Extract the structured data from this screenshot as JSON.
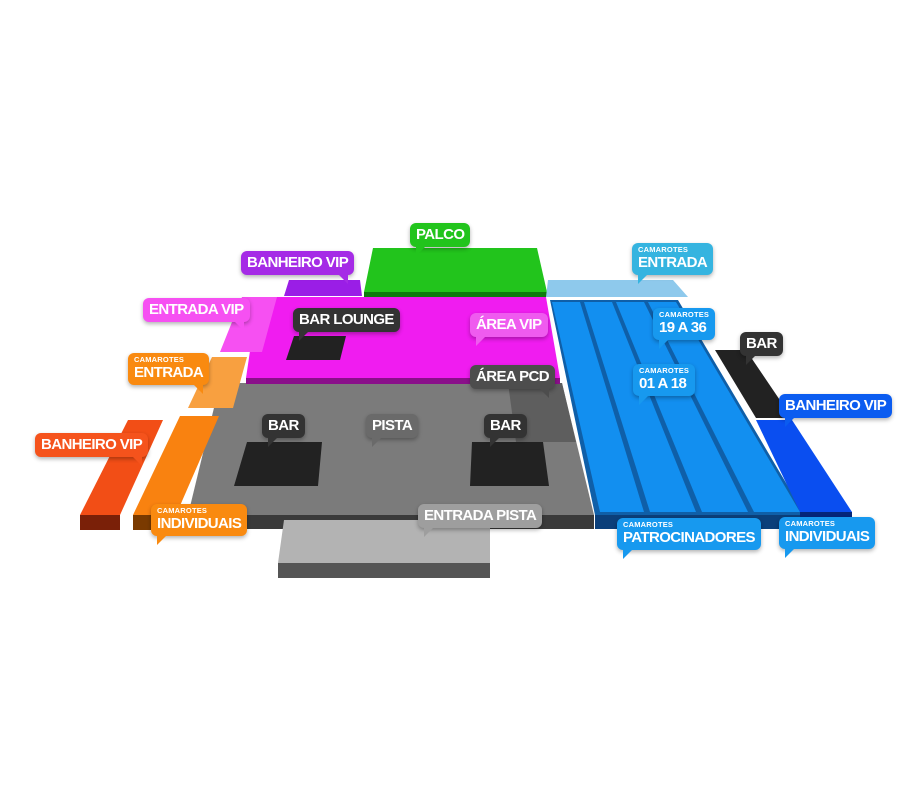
{
  "colors": {
    "palco": "#22c41c",
    "vip": "#f01cf0",
    "purple": "#a52be6",
    "pink": "#f650f2",
    "orange": "#f98a10",
    "orange_light": "#f8a040",
    "red": "#f24e16",
    "pista": "#7a7a7a",
    "dark": "#232323",
    "blue": "#128ff0",
    "blue_light": "#8ec9ec",
    "blue_dark": "#0a4ef0"
  },
  "labels": {
    "palco": "PALCO",
    "banheiro_vip_left_top": "BANHEIRO VIP",
    "entrada_vip": "ENTRADA VIP",
    "camarotes_entrada_left": {
      "small": "CAMAROTES",
      "big": "ENTRADA"
    },
    "banheiro_vip_left": "BANHEIRO VIP",
    "camarotes_individuais_left": {
      "small": "CAMAROTES",
      "big": "INDIVIDUAIS"
    },
    "bar_lounge": "BAR LOUNGE",
    "area_vip": "ÁREA VIP",
    "area_pcd": "ÁREA PCD",
    "bar_left": "BAR",
    "pista": "PISTA",
    "bar_center": "BAR",
    "entrada_pista": "ENTRADA PISTA",
    "camarotes_entrada_right": {
      "small": "CAMAROTES",
      "big": "ENTRADA"
    },
    "camarotes_19_36": {
      "small": "CAMAROTES",
      "big": "19 A 36"
    },
    "camarotes_01_18": {
      "small": "CAMAROTES",
      "big": "01 A 18"
    },
    "bar_right": "BAR",
    "banheiro_vip_right": "BANHEIRO VIP",
    "camarotes_patrocinadores": {
      "small": "CAMAROTES",
      "big": "PATROCINADORES"
    },
    "camarotes_individuais_right": {
      "small": "CAMAROTES",
      "big": "INDIVIDUAIS"
    }
  }
}
